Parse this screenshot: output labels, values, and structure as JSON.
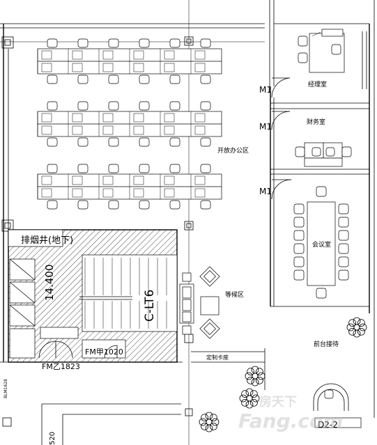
{
  "rooms": {
    "open_office": "开放办公区",
    "manager": "经理室",
    "finance": "财务室",
    "meeting": "会议室",
    "waiting": "等候区",
    "reception": "前台接待",
    "smoke_shaft": "排烟井(地下)"
  },
  "door_labels": {
    "m1": "M1"
  },
  "stair": {
    "code_vertical": "C-LT6",
    "level": "14.400"
  },
  "fire_doors": {
    "fm_upper": "FM甲1020",
    "fm_lower": "FM乙1823"
  },
  "counter_label": "定制卡座",
  "watermark": {
    "cn": "房天下",
    "en": "Fang.com"
  },
  "small_labels": {
    "left_vertical": "BLM1628",
    "bottom_left": "520",
    "bottom_right": "D2-2"
  },
  "colors": {
    "line": "#000000",
    "background": "#ffffff",
    "watermark": "#bdbdbd"
  }
}
